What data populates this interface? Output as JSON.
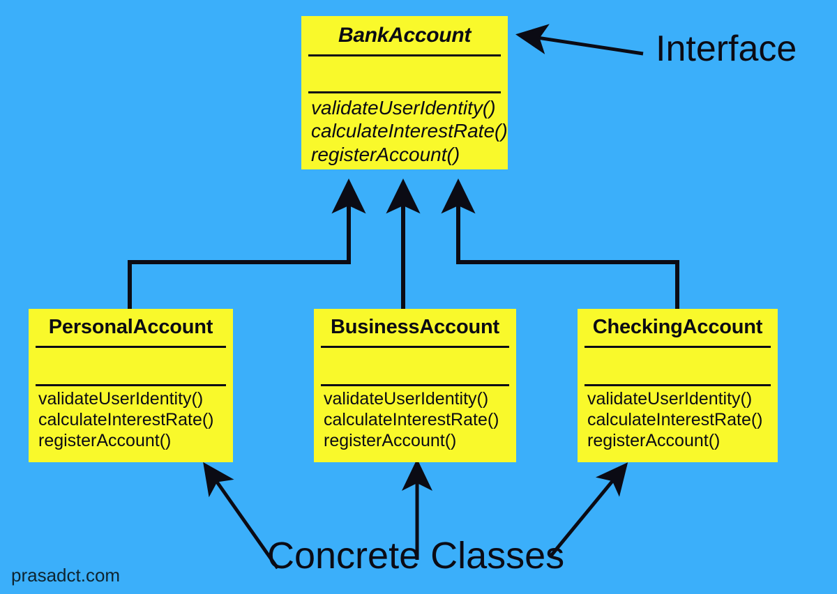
{
  "diagram": {
    "title": "UML class diagram - BankAccount interface and concrete classes",
    "background_color": "#3BAFFA",
    "box_fill_color": "#F9F92B",
    "line_color": "#0B0B14"
  },
  "interface_box": {
    "name": "BankAccount",
    "stereotype": "interface",
    "attributes": [],
    "methods": [
      "validateUserIdentity()",
      "calculateInterestRate()",
      "registerAccount()"
    ]
  },
  "concrete_boxes": [
    {
      "name": "PersonalAccount",
      "attributes": [],
      "methods": [
        "validateUserIdentity()",
        "calculateInterestRate()",
        "registerAccount()"
      ]
    },
    {
      "name": "BusinessAccount",
      "attributes": [],
      "methods": [
        "validateUserIdentity()",
        "calculateInterestRate()",
        "registerAccount()"
      ]
    },
    {
      "name": "CheckingAccount",
      "attributes": [],
      "methods": [
        "validateUserIdentity()",
        "calculateInterestRate()",
        "registerAccount()"
      ]
    }
  ],
  "annotations": {
    "interface_label": "Interface",
    "concrete_label": "Concrete Classes"
  },
  "watermark": "prasadct.com"
}
